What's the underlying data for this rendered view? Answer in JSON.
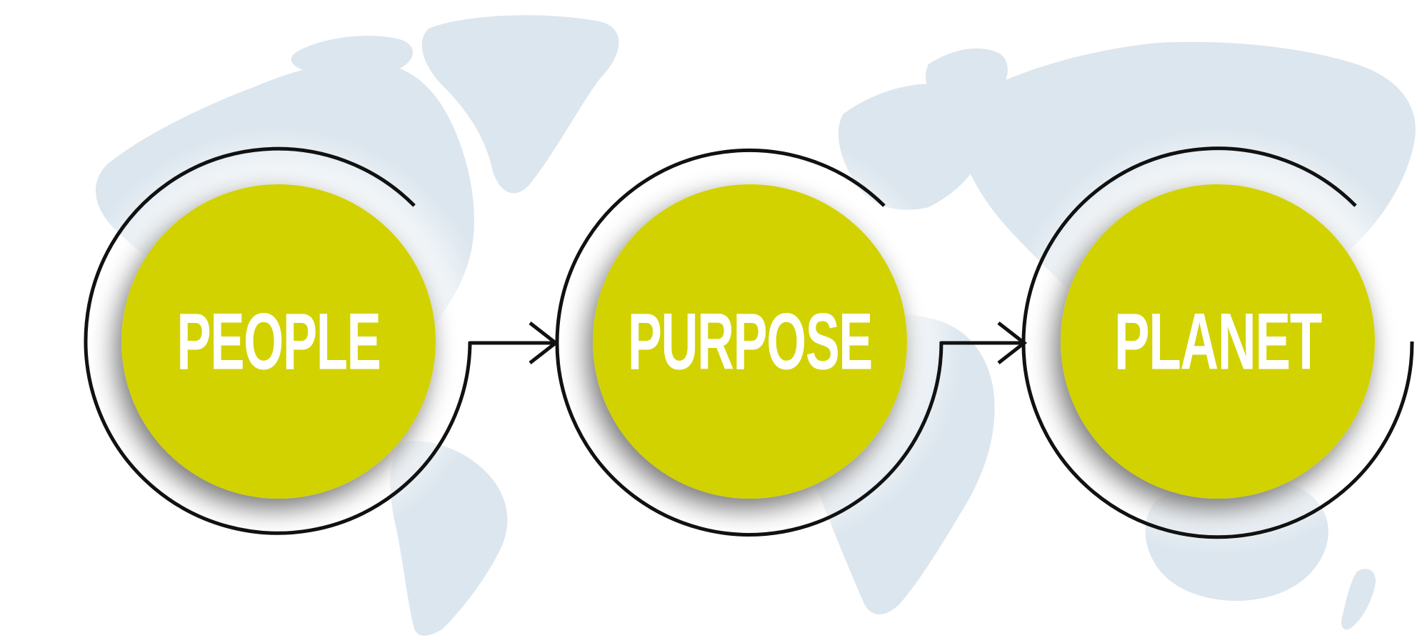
{
  "diagram": {
    "steps": [
      {
        "label": "PEOPLE"
      },
      {
        "label": "PURPOSE"
      },
      {
        "label": "PLANET"
      }
    ]
  },
  "colors": {
    "disc": "#d2d200",
    "ring": "#111111",
    "arrow": "#111111",
    "map": "#dce6ee",
    "background": "#ffffff",
    "label": "#ffffff"
  }
}
